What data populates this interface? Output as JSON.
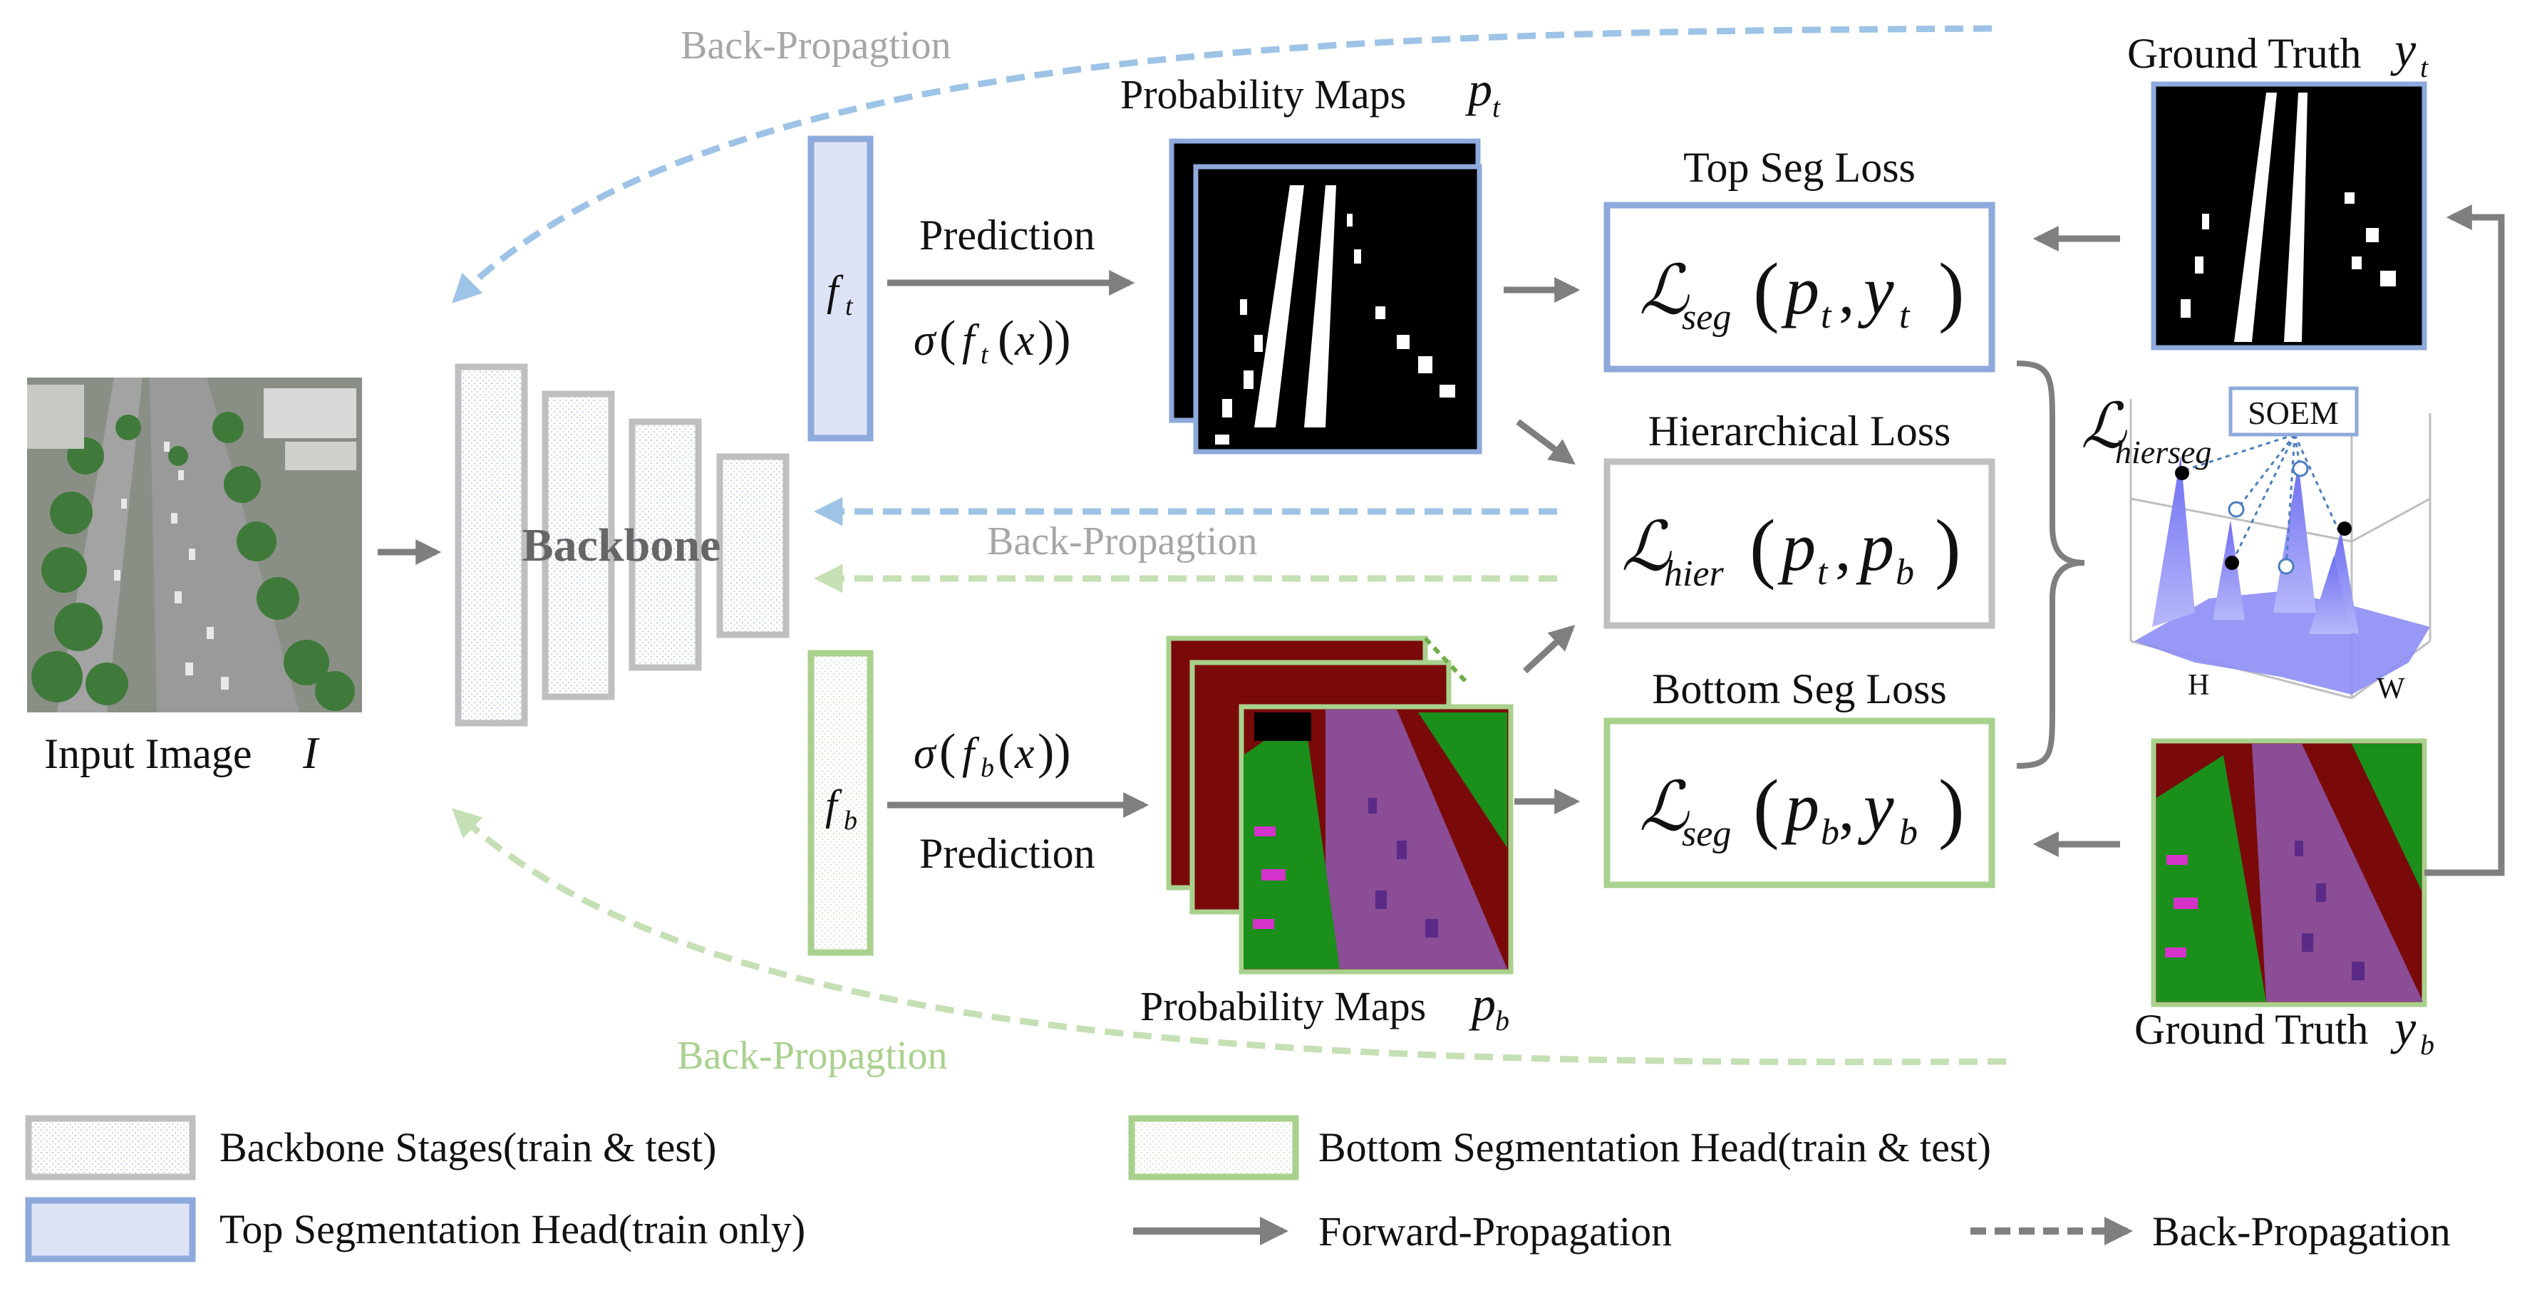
{
  "input_image": {
    "label": "Input Image",
    "symbol": "I"
  },
  "backbone": {
    "label": "Backbone"
  },
  "heads": {
    "top": {
      "symbol": "f",
      "sub": "t"
    },
    "bottom": {
      "symbol": "f",
      "sub": "b"
    }
  },
  "prediction_label": "Prediction",
  "sigma_top": {
    "sigma": "σ",
    "f": "f",
    "sub": "t",
    "x": "x"
  },
  "sigma_bottom": {
    "sigma": "σ",
    "f": "f",
    "sub": "b",
    "x": "x"
  },
  "prob_maps_top": {
    "label": "Probability Maps",
    "symbol": "p",
    "sub": "t"
  },
  "prob_maps_bottom": {
    "label": "Probability Maps",
    "symbol": "p",
    "sub": "b"
  },
  "losses": {
    "top": {
      "title": "Top Seg Loss",
      "L": "ℒ",
      "sub": "seg",
      "a": "p",
      "a_sub": "t",
      "b": "y",
      "b_sub": "t"
    },
    "hier": {
      "title": "Hierarchical Loss",
      "L": "ℒ",
      "sub": "hier",
      "a": "p",
      "a_sub": "t",
      "b": "p",
      "b_sub": "b"
    },
    "bottom": {
      "title": "Bottom Seg Loss",
      "L": "ℒ",
      "sub": "seg",
      "a": "p",
      "a_sub": "b",
      "b": "y",
      "b_sub": "b"
    }
  },
  "hierseg": {
    "L": "ℒ",
    "sub": "hierseg"
  },
  "soem": {
    "label": "SOEM",
    "h_label": "H",
    "w_label": "W"
  },
  "ground_truth_top": {
    "label": "Ground Truth",
    "symbol": "y",
    "sub": "t"
  },
  "ground_truth_bottom": {
    "label": "Ground Truth",
    "symbol": "y",
    "sub": "b"
  },
  "back_propagation_labels": {
    "top": "Back-Propagtion",
    "middle": "Back-Propagtion",
    "bottom": "Back-Propagtion"
  },
  "legend": {
    "backbone_stages": "Backbone Stages(train & test)",
    "top_head": "Top Segmentation Head(train only)",
    "bottom_head": "Bottom Segmentation Head(train & test)",
    "forward": "Forward-Propagation",
    "backward": "Back-Propagation"
  },
  "colors": {
    "blue_border": "#8ea9db",
    "blue_fill": "#dde3f5",
    "green_border": "#a9d18e",
    "green_fill": "#f1f7ec",
    "gray_border": "#bfbfbf",
    "arrow_gray": "#7f7f7f",
    "dashed_blue": "#9dc3e6",
    "dashed_green": "#c5e0b4"
  }
}
